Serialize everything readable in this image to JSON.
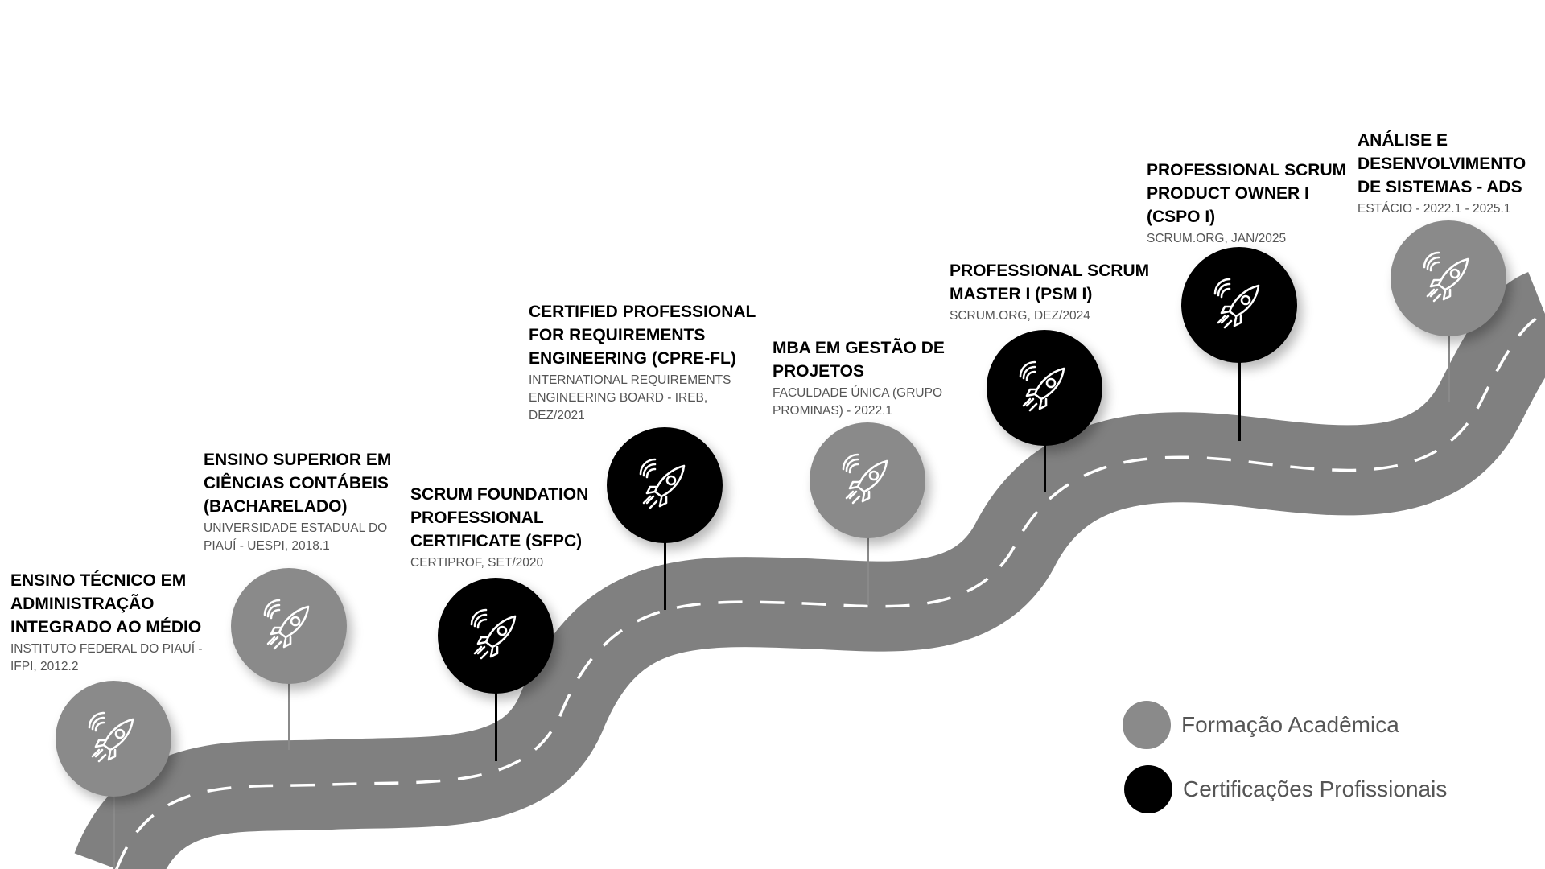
{
  "colors": {
    "academic": "#8a8a8a",
    "certification": "#000000",
    "road": "#808080",
    "lane": "#ffffff"
  },
  "milestones": [
    {
      "title": "ENSINO TÉCNICO EM ADMINISTRAÇÃO INTEGRADO AO MÉDIO",
      "subtitle": "INSTITUTO FEDERAL DO PIAUÍ - IFPI, 2012.2",
      "category": "academic",
      "icon": "rocket-icon"
    },
    {
      "title": "ENSINO SUPERIOR EM CIÊNCIAS CONTÁBEIS (BACHARELADO)",
      "subtitle": "UNIVERSIDADE ESTADUAL DO PIAUÍ - UESPI, 2018.1",
      "category": "academic",
      "icon": "rocket-icon"
    },
    {
      "title": "SCRUM FOUNDATION PROFESSIONAL CERTIFICATE (SFPC)",
      "subtitle": "CERTIPROF, SET/2020",
      "category": "certification",
      "icon": "rocket-icon"
    },
    {
      "title": "CERTIFIED PROFESSIONAL FOR REQUIREMENTS ENGINEERING (CPRE-FL)",
      "subtitle": "INTERNATIONAL REQUIREMENTS ENGINEERING BOARD - IREB, DEZ/2021",
      "category": "certification",
      "icon": "rocket-icon"
    },
    {
      "title": "MBA EM GESTÃO DE PROJETOS",
      "subtitle": "FACULDADE ÚNICA (GRUPO PROMINAS) - 2022.1",
      "category": "academic",
      "icon": "rocket-icon"
    },
    {
      "title": "PROFESSIONAL SCRUM MASTER I (PSM I)",
      "subtitle": "SCRUM.ORG, DEZ/2024",
      "category": "certification",
      "icon": "rocket-icon"
    },
    {
      "title": "PROFESSIONAL SCRUM PRODUCT OWNER I (CSPO I)",
      "subtitle": "SCRUM.ORG, JAN/2025",
      "category": "certification",
      "icon": "rocket-icon"
    },
    {
      "title": "ANÁLISE E DESENVOLVIMENTO DE SISTEMAS - ADS",
      "subtitle": "ESTÁCIO - 2022.1 - 2025.1",
      "category": "academic",
      "icon": "rocket-icon"
    }
  ],
  "legend": {
    "academic": "Formação Acadêmica",
    "certification": "Certificações Profissionais"
  }
}
